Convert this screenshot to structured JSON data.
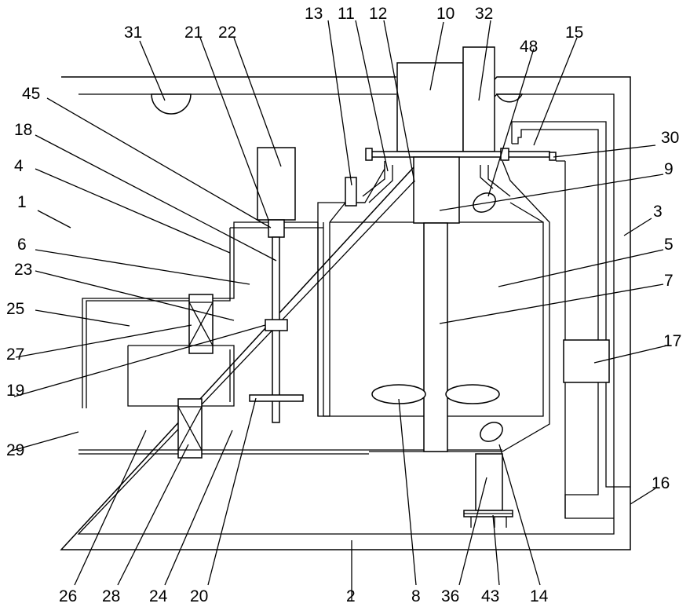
{
  "figure": {
    "labels": [
      {
        "id": "1",
        "text": "1"
      },
      {
        "id": "2",
        "text": "2"
      },
      {
        "id": "3",
        "text": "3"
      },
      {
        "id": "4",
        "text": "4"
      },
      {
        "id": "5",
        "text": "5"
      },
      {
        "id": "6",
        "text": "6"
      },
      {
        "id": "7",
        "text": "7"
      },
      {
        "id": "8",
        "text": "8"
      },
      {
        "id": "9",
        "text": "9"
      },
      {
        "id": "10",
        "text": "10"
      },
      {
        "id": "11",
        "text": "11"
      },
      {
        "id": "12",
        "text": "12"
      },
      {
        "id": "13",
        "text": "13"
      },
      {
        "id": "14",
        "text": "14"
      },
      {
        "id": "15",
        "text": "15"
      },
      {
        "id": "16",
        "text": "16"
      },
      {
        "id": "17",
        "text": "17"
      },
      {
        "id": "18",
        "text": "18"
      },
      {
        "id": "19",
        "text": "19"
      },
      {
        "id": "20",
        "text": "20"
      },
      {
        "id": "21",
        "text": "21"
      },
      {
        "id": "22",
        "text": "22"
      },
      {
        "id": "23",
        "text": "23"
      },
      {
        "id": "24",
        "text": "24"
      },
      {
        "id": "25",
        "text": "25"
      },
      {
        "id": "26",
        "text": "26"
      },
      {
        "id": "27",
        "text": "27"
      },
      {
        "id": "28",
        "text": "28"
      },
      {
        "id": "29",
        "text": "29"
      },
      {
        "id": "30",
        "text": "30"
      },
      {
        "id": "31",
        "text": "31"
      },
      {
        "id": "32",
        "text": "32"
      },
      {
        "id": "36",
        "text": "36"
      },
      {
        "id": "43",
        "text": "43"
      },
      {
        "id": "45",
        "text": "45"
      },
      {
        "id": "48",
        "text": "48"
      }
    ]
  }
}
